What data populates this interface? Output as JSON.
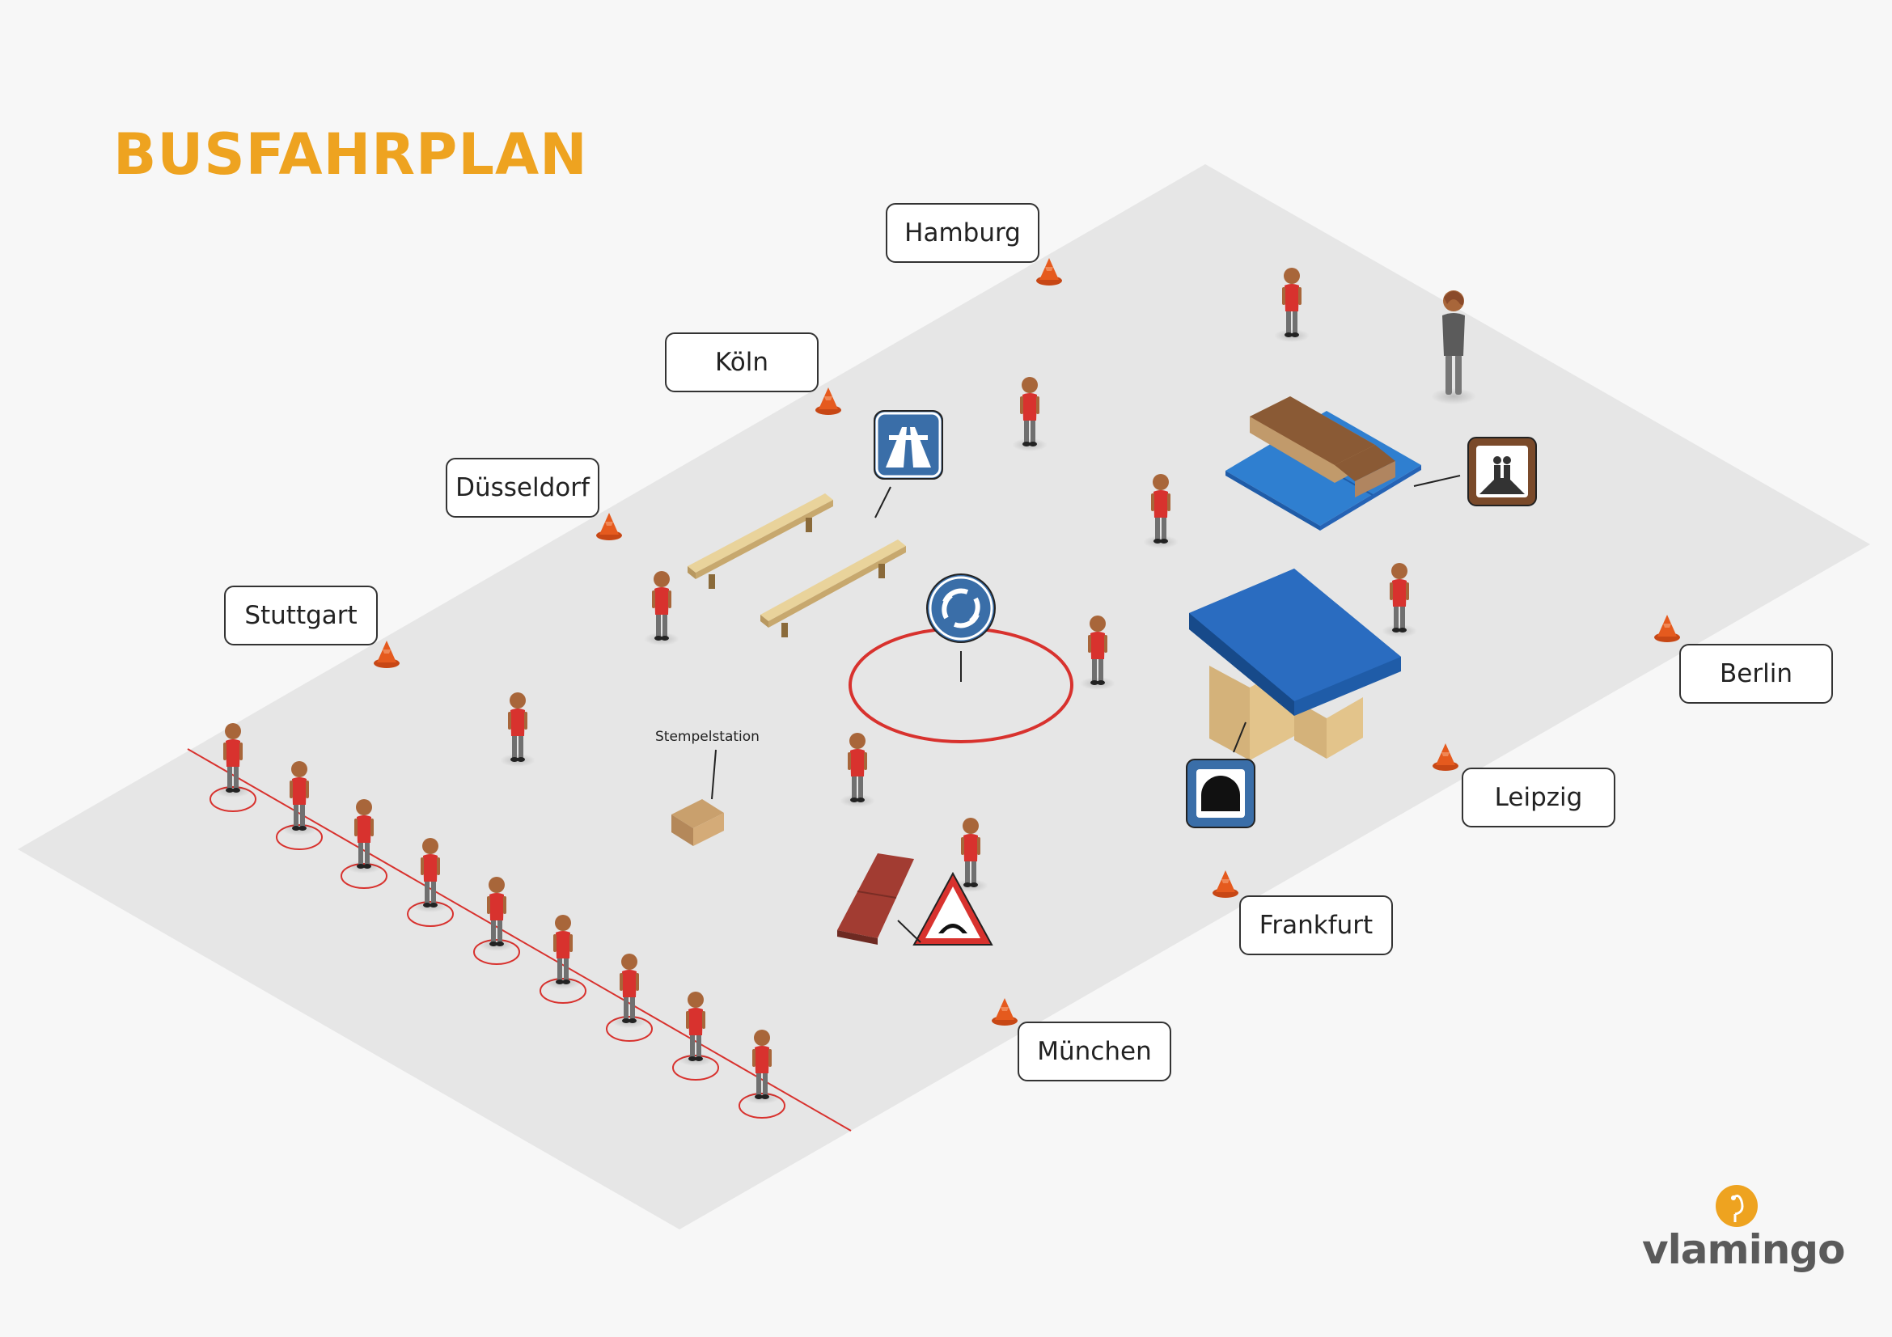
{
  "title": "BUSFAHRPLAN",
  "stations": [
    {
      "id": "hamburg",
      "name": "Hamburg"
    },
    {
      "id": "koeln",
      "name": "Köln"
    },
    {
      "id": "duesseldorf",
      "name": "Düsseldorf"
    },
    {
      "id": "stuttgart",
      "name": "Stuttgart"
    },
    {
      "id": "berlin",
      "name": "Berlin"
    },
    {
      "id": "leipzig",
      "name": "Leipzig"
    },
    {
      "id": "frankfurt",
      "name": "Frankfurt"
    },
    {
      "id": "muenchen",
      "name": "München"
    }
  ],
  "stamp_station_label": "Stempelstation",
  "brand": "vlamingo",
  "signs": {
    "motorway": "motorway-sign-icon",
    "roundabout": "roundabout-sign-icon",
    "tunnel": "tunnel-sign-icon",
    "bridge_warning": "bridge-warning-sign-icon",
    "viewpoint": "viewpoint-sign-icon"
  },
  "colors": {
    "title": "#eea320",
    "floor": "#e6e6e6",
    "shirt": "#d8322e",
    "cone": "#e55a1e",
    "mat": "#2f7fd0",
    "box_top": "#1f5ca8",
    "sign_blue": "#3a6ea8",
    "sign_brown": "#7a4a2a",
    "ring": "#d8322e",
    "line": "#d8322e"
  }
}
